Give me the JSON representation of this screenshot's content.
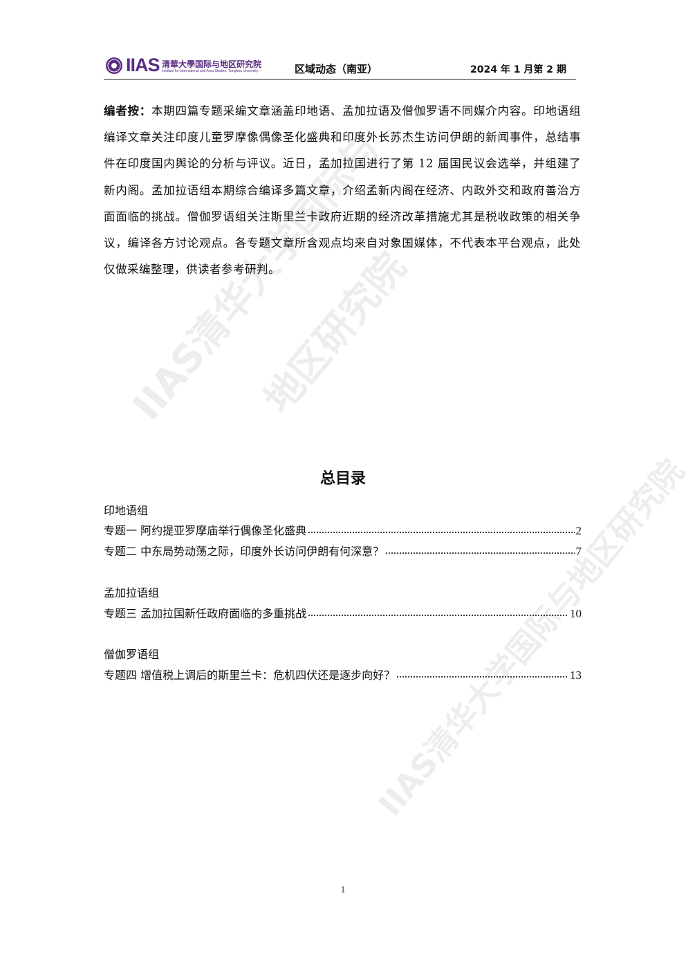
{
  "header": {
    "logo_text": "IIAS",
    "logo_cn": "清華大學国际与地区研究院",
    "logo_en": "Institute for International and Area Studies, Tsinghua University",
    "section": "区域动态（南亚）",
    "issue": "2024 年 1 月第 2 期",
    "logo_color": "#5a2d82"
  },
  "editor_note": {
    "label": "编者按：",
    "text": "本期四篇专题采编文章涵盖印地语、孟加拉语及僧伽罗语不同媒介内容。印地语组编译文章关注印度儿童罗摩像偶像圣化盛典和印度外长苏杰生访问伊朗的新闻事件，总结事件在印度国内舆论的分析与评议。近日，孟加拉国进行了第 12 届国民议会选举，并组建了新内阁。孟加拉语组本期综合编译多篇文章，介绍孟新内阁在经济、内政外交和政府善治方面面临的挑战。僧伽罗语组关注斯里兰卡政府近期的经济改革措施尤其是税收政策的相关争议，编译各方讨论观点。各专题文章所含观点均来自对象国媒体，不代表本平台观点，此处仅做采编整理，供读者参考研判。"
  },
  "toc": {
    "title": "总目录",
    "groups": [
      {
        "name": "印地语组",
        "entries": [
          {
            "title": "专题一  阿约提亚罗摩庙举行偶像圣化盛典",
            "page": "2"
          },
          {
            "title": "专题二  中东局势动荡之际，印度外长访问伊朗有何深意？",
            "page": "7"
          }
        ]
      },
      {
        "name": "孟加拉语组",
        "entries": [
          {
            "title": "专题三  孟加拉国新任政府面临的多重挑战",
            "page": "10"
          }
        ]
      },
      {
        "name": "僧伽罗语组",
        "entries": [
          {
            "title": "专题四  增值税上调后的斯里兰卡：危机四伏还是逐步向好？ ",
            "page": "13"
          }
        ]
      }
    ]
  },
  "watermark": {
    "line1": "IIAS清华大学国际与",
    "line2": "地区研究院",
    "line3": "IIAS清华大学国际与地区研究院"
  },
  "page_number": "1"
}
